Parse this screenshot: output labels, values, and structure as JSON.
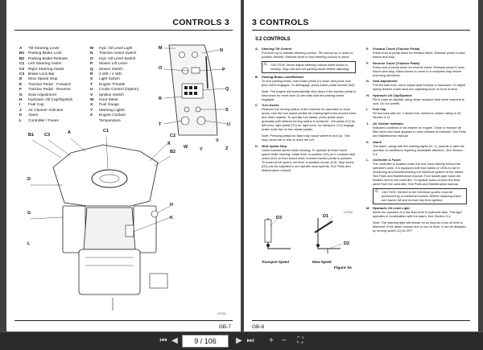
{
  "left_page": {
    "header": "CONTROLS   3",
    "footer": "GB-7",
    "fig_ref": "LP001",
    "legend_col1": [
      {
        "code": "A",
        "label": "Tilt Steering Lever"
      },
      {
        "code": "B1",
        "label": "Parking Brake Lock"
      },
      {
        "code": "B2",
        "label": "Parking Brake Release"
      },
      {
        "code": "C1",
        "label": "Left Steering Assist"
      },
      {
        "code": "C2",
        "label": "Right Steering Assist"
      },
      {
        "code": "C3",
        "label": "Brake Lock Bar"
      },
      {
        "code": "D",
        "label": "Mow Speed Stop"
      },
      {
        "code": "E",
        "label": "Traction Pedal - Forward"
      },
      {
        "code": "F",
        "label": "Traction Pedal - Reverse"
      },
      {
        "code": "G",
        "label": "Seat Adjustment"
      },
      {
        "code": "H",
        "label": "Hydraulic Oil Cap/Dipstick"
      },
      {
        "code": "I",
        "label": "Fuel Cap"
      },
      {
        "code": "J",
        "label": "Air Cleaner Indicator"
      },
      {
        "code": "K",
        "label": "Alarm"
      },
      {
        "code": "L",
        "label": "Controller / Fuses"
      }
    ],
    "legend_col2": [
      {
        "code": "M",
        "label": "Hyd. Oil Level Light"
      },
      {
        "code": "N",
        "label": "Traction Assist Switch"
      },
      {
        "code": "O",
        "label": "Hyd. Oil Level Switch"
      },
      {
        "code": "P",
        "label": "Mower Lift Lever"
      },
      {
        "code": "Q",
        "label": "Mower Switch"
      },
      {
        "code": "R",
        "label": "2 WD / 4 WD"
      },
      {
        "code": "S",
        "label": "Light Switch"
      },
      {
        "code": "T",
        "label": "Engine Throttle"
      },
      {
        "code": "U",
        "label": "Cruise Control (Option)"
      },
      {
        "code": "V",
        "label": "Ignition Switch"
      },
      {
        "code": "W",
        "label": "Hour Meter"
      },
      {
        "code": "X",
        "label": "Fuel Gauge"
      },
      {
        "code": "Y",
        "label": "Warning Lights"
      },
      {
        "code": "Z",
        "label": "Engine Coolant"
      },
      {
        "code": "",
        "label": "Temperature"
      }
    ],
    "diagram_labels": {
      "B1": "B1",
      "C3": "C3",
      "A": "A",
      "C1": "C1",
      "C2": "C2",
      "B2": "B2",
      "D": "D",
      "G": "G",
      "H": "H",
      "K": "K",
      "L": "L",
      "M": "M",
      "N": "N",
      "O": "O",
      "P": "P",
      "Q": "Q",
      "R": "R",
      "S": "S",
      "T": "T",
      "U": "U",
      "V": "V",
      "W": "W",
      "X": "X",
      "Y": "Y",
      "Z": "Z"
    }
  },
  "right_page": {
    "header": "3   CONTROLS",
    "section": "3.2   CONTROLS",
    "footer": "GB-8",
    "col_a": [
      {
        "letter": "A.",
        "title": "Steering Tilt Control",
        "body": "Pull lever up to release steering column. Tilt column up or down to position desired. Release lever to lock steering column in place."
      },
      {
        "caution": "CAUTION: Never adjust steering column while tractor is moving. Stop unit and set parking brake before adjusting."
      },
      {
        "letter": "B.",
        "title": "Parking Brake Lock/Release",
        "body": "To lock parking brake, hold brake pedal (C) down and press lock (B1) until it engages. To disengage, press brake pedal release (B2)."
      },
      {
        "note": "Note: The engine will automatically shut down if the traction pedal is held down for more than 10 seconds with the parking brake engaged."
      },
      {
        "letter": "C.",
        "title": "Turn Assist",
        "body": "Reduces the turning radius of the machine for operation in close areas. Use the turn assist pedals for making tight turns around trees and other objects. To operate turn assist, press pedal down gradually until desired turning radius is achieved - left pedal (C1) for left turns, right pedal (C2) for right turns, for transport, (C3) engage brake locks bar on turn assist pedals."
      },
      {
        "note": "Note: Pressing pedal too hard may cause wheel to lock up. This may cause tire to tear or mark the turf."
      },
      {
        "letter": "D.",
        "title": "Mow Speed Stop",
        "body": "Limits forward speed while mowing. To operate at lower travel speed while mowing, rotate lever to position (D1) so it contacts stop screw (D2) on floor board when forward traction pedal is pressed. To travel at full speed, set lever in position shown (D3). Stop screw (D2) can be adjusted to set specific mow speeds. See Parts and Maintenance manual."
      }
    ],
    "col_b": [
      {
        "letter": "E.",
        "title": "Forward Travel (Traction Pedal)",
        "body": "Press front of pedal down for forward travel. Release pedal to slow tractor and stop."
      },
      {
        "letter": "F.",
        "title": "Reverse Travel (Traction Pedal)",
        "body": "Press rear of pedal down for reverse travel. Release pedal to slow tractor and stop. Allow tractor to come to a complete stop before reversing directions."
      },
      {
        "letter": "G.",
        "title": "Seat Adjustment",
        "body": "Pull left side lever out to adjust seat forward or backward. To adjust spring tension under seat turn adjusting knob on front of seat."
      },
      {
        "letter": "H.",
        "title": "Hydraulic Oil Cap/Dipstick",
        "body": "Fill to mark on dipstick using clean hydraulic fluid while machine is cool. Do not overfill."
      },
      {
        "letter": "I.",
        "title": "Fuel Cap",
        "body": "Fill fuel tank with No. 2 diesel fuel, minimum cetane rating of 45. Section 4.11"
      },
      {
        "letter": "J.",
        "title": "Air Cleaner Indicator",
        "body": "Indicates condition of air cleaner on engine. Clean or replace air filter when red band appears in clear window of indicator. See Parts and Maintenance manual."
      },
      {
        "letter": "K.",
        "title": "Alarm",
        "body": "The alarm, along with the warning lights (N, Y), sounds to alert the operator to conditions requiring immediate attention. See Section 3.4."
      },
      {
        "letter": "L.",
        "title": "Controller & Fuses",
        "body": "The controller is located under the rear hood directly behind the operator's seat. It is equipped with four banks of LEDs to aid in monitoring and troubleshooting the electrical system of the tractor. See Parts and Maintenance manual. Four spade-type fuses are located next to the controller. To replace fuses remove the front panel from the controller. See Parts and Maintenance manual."
      },
      {
        "caution": "CAUTION: Service to the electrical system must be performed by a trained technician. Before replacing fuses turn tractor off and remove key from ignition."
      },
      {
        "letter": "M.",
        "title": "Hydraulic Oil Level Light",
        "body": "Alerts the operator of a low fluid level in hydraulic tank. This light operates in combination with the alarm. See Section 3.4."
      },
      {
        "note": "Note: The warning light will remain on as long as a low oil level is detected. If the alarm sounds due to low oil level, it can be disabled by turning switch (O) to OFF."
      }
    ],
    "figure": {
      "title": "Figure 3A",
      "ref": "LP002",
      "transport_label": "Transport Speed",
      "mow_label": "Mow Speed",
      "d1": "D1",
      "d2": "D2",
      "d3": "D3"
    }
  },
  "toolbar": {
    "page_indicator": "9 / 106",
    "icons": [
      "first-page-icon",
      "prev-page-icon",
      "next-page-icon",
      "last-page-icon",
      "zoom-in-icon",
      "zoom-out-icon",
      "fullscreen-icon"
    ]
  }
}
